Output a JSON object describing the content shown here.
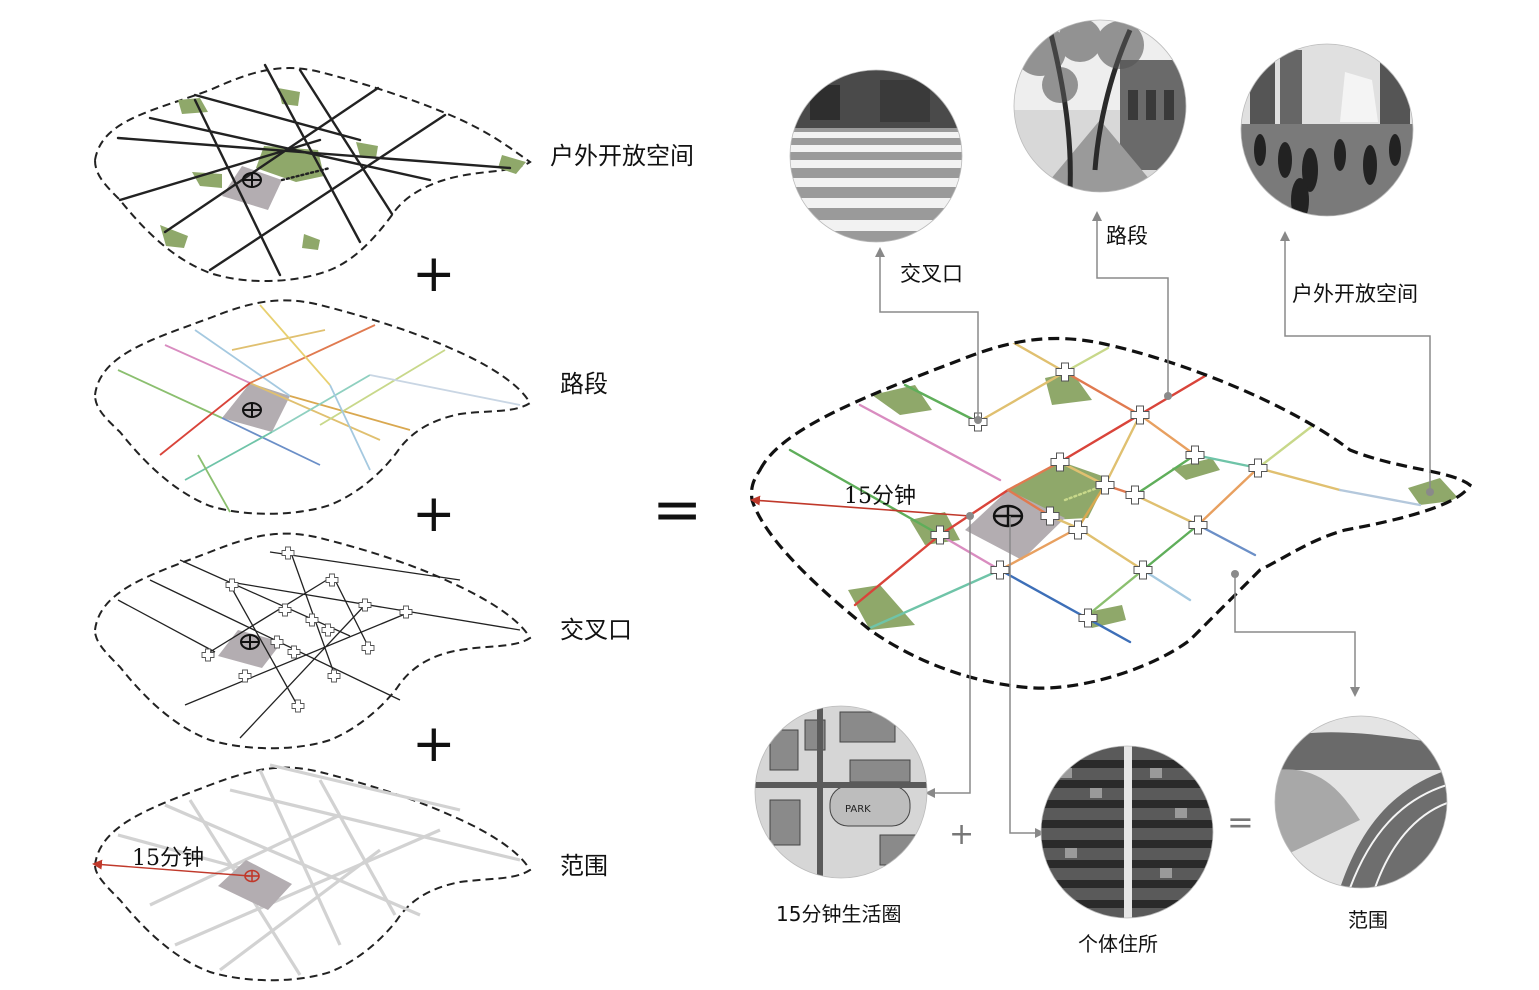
{
  "left_layers": {
    "outdoor_label": "户外开放空间",
    "segment_label": "路段",
    "intersection_label": "交叉口",
    "range_label": "范围",
    "range_time": "15分钟",
    "operators": [
      "+",
      "+",
      "+"
    ]
  },
  "equals_sign": "=",
  "right_diagram": {
    "time_label": "15分钟",
    "top_photos": [
      {
        "label": "交叉口"
      },
      {
        "label": "路段"
      },
      {
        "label": "户外开放空间"
      }
    ],
    "bottom_photos": [
      {
        "label": "15分钟生活圈"
      },
      {
        "label": "个体住所"
      },
      {
        "label": "范围"
      }
    ],
    "bottom_operators": [
      "+",
      "="
    ]
  },
  "colors": {
    "green_space": "#8fa86a",
    "center_cell": "#b3adb1",
    "arrow_red": "#c0392b",
    "leader_gray": "#8a8a8a"
  }
}
